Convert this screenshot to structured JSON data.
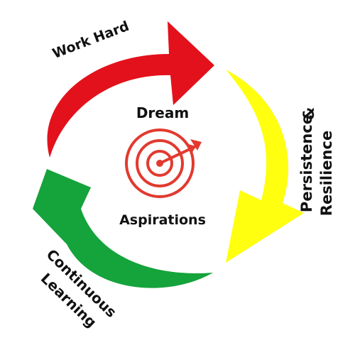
{
  "cycle": {
    "segments": [
      {
        "label": "Work Hard",
        "color": "#e3111b"
      },
      {
        "label": "Persistence",
        "label_line2": "Resilience",
        "connector": "&",
        "color": "#ffff0f"
      },
      {
        "label": "Continuous",
        "label_line2": "Learning",
        "color": "#15a33b"
      }
    ]
  },
  "center": {
    "top_text": "Dream",
    "bottom_text": "Aspirations",
    "icon": "target-with-arrow-icon",
    "icon_color": "#e23a2e"
  }
}
